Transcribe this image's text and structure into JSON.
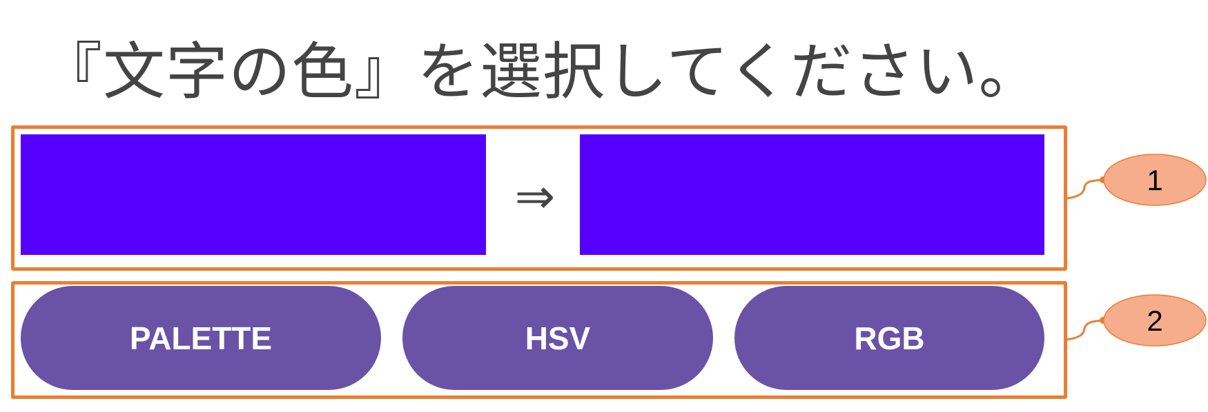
{
  "title": "『文字の色』を選択してください。",
  "preview": {
    "before_color": "#5500ff",
    "after_color": "#5500ff",
    "arrow": "⇒"
  },
  "buttons": [
    {
      "label": "PALETTE"
    },
    {
      "label": "HSV"
    },
    {
      "label": "RGB"
    }
  ],
  "colors": {
    "button": "#6a52a7",
    "annotation": "#ed7d31",
    "callout_fill": "#f5ad8c"
  },
  "callouts": [
    {
      "label": "1"
    },
    {
      "label": "2"
    }
  ]
}
